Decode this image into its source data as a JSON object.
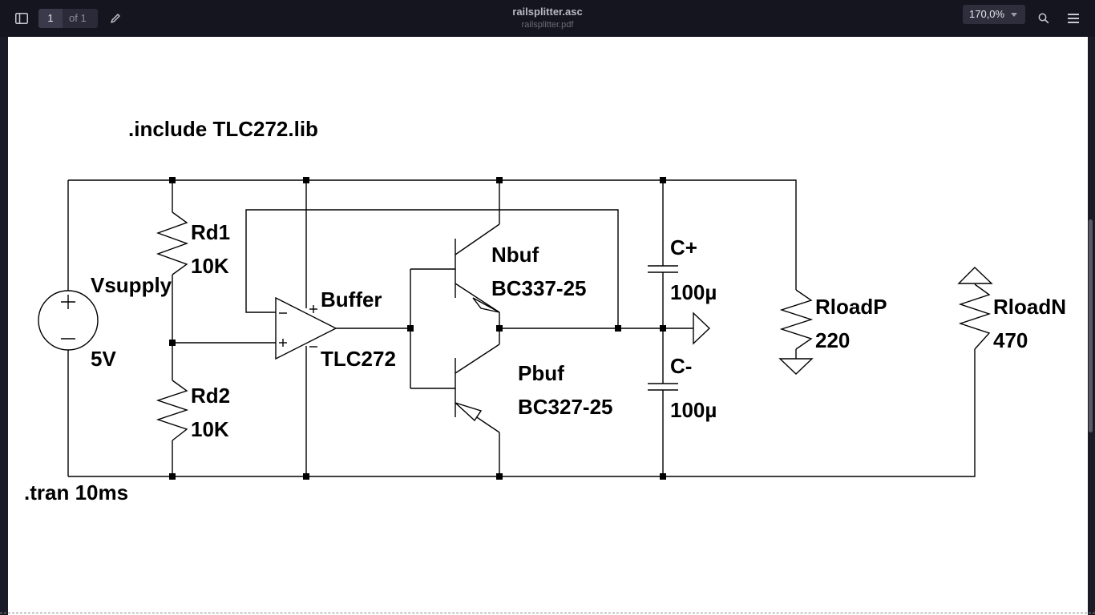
{
  "toolbar": {
    "page_current": "1",
    "page_of": "of 1",
    "title": "railsplitter.asc",
    "subtitle": "railsplitter.pdf",
    "zoom": "170,0%"
  },
  "icons": [
    "sidebar-toggle-icon",
    "pencil-icon",
    "chevron-down-icon",
    "search-icon",
    "hamburger-menu-icon"
  ],
  "schematic": {
    "directive_include": ".include TLC272.lib",
    "directive_tran": ".tran 10ms",
    "vsupply_name": "Vsupply",
    "vsupply_value": "5V",
    "rd1_name": "Rd1",
    "rd1_value": "10K",
    "rd2_name": "Rd2",
    "rd2_value": "10K",
    "opamp_name": "Buffer",
    "opamp_value": "TLC272",
    "nbuf_name": "Nbuf",
    "nbuf_value": "BC337-25",
    "pbuf_name": "Pbuf",
    "pbuf_value": "BC327-25",
    "cplus_name": "C+",
    "cplus_value": "100µ",
    "cminus_name": "C-",
    "cminus_value": "100µ",
    "rloadp_name": "RloadP",
    "rloadp_value": "220",
    "rloadn_name": "RloadN",
    "rloadn_value": "470"
  }
}
